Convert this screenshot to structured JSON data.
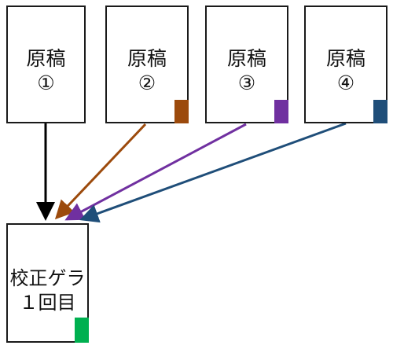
{
  "colors": {
    "border": "#1a1a1a",
    "black_arrow": "#000000",
    "manuscript_2": "#9c4a0c",
    "manuscript_3": "#7030a0",
    "manuscript_4": "#1f4e79",
    "proof": "#00b050"
  },
  "manuscripts": [
    {
      "title": "原稿",
      "number": "①"
    },
    {
      "title": "原稿",
      "number": "②"
    },
    {
      "title": "原稿",
      "number": "③"
    },
    {
      "title": "原稿",
      "number": "④"
    }
  ],
  "proof": {
    "line1": "校正ゲラ",
    "line2": "１回目"
  }
}
